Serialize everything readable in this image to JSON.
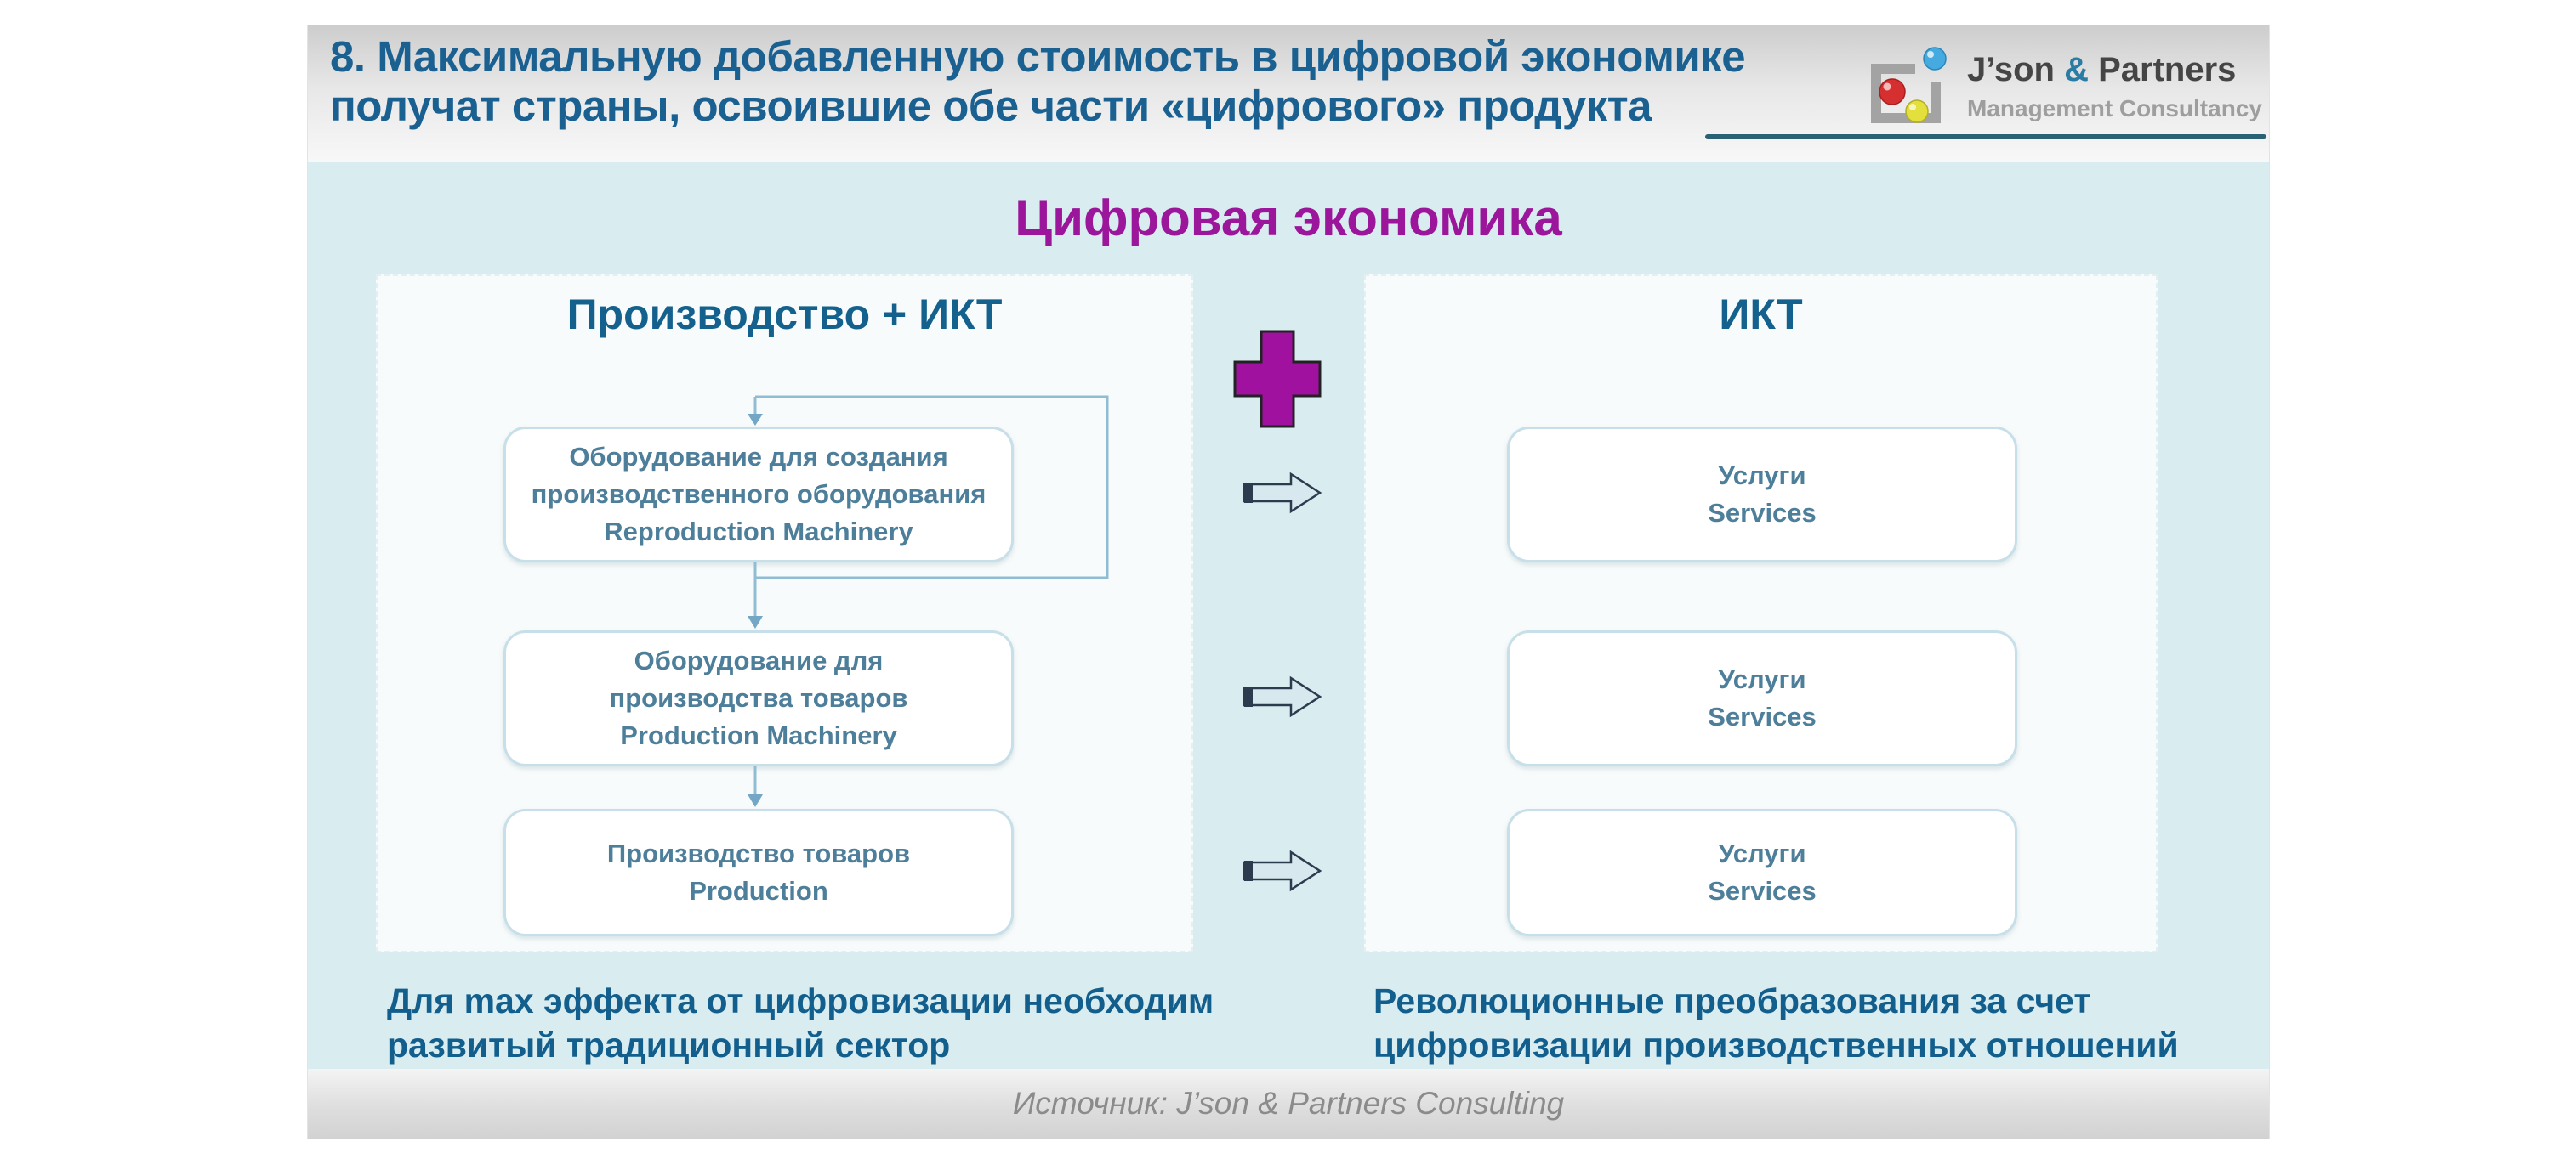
{
  "colors": {
    "title-blue": "#1a6191",
    "accent-magenta": "#9c169c",
    "panel-title": "#15618e",
    "caption-blue": "#125e8d",
    "box-text": "#4d7e9a",
    "box-border": "#c7dfe8",
    "content-bg": "#d9ecf0",
    "panel-bg": "#f8fbfb",
    "teal-line": "#2a6174",
    "connector": "#90bcd4",
    "connector-head": "#74a7c6",
    "plus-fill": "#a011a0",
    "arrow-fill": "#d7e9ee",
    "arrow-outline": "#2d3b4e",
    "footer-text": "#8b8b8b",
    "logo-name": "#454545",
    "logo-amp": "#2a7ca5",
    "logo-sub": "#9e9e9e",
    "ball-blue": "#45aadf",
    "ball-red": "#d62f2f",
    "ball-yellow": "#e3df3c"
  },
  "header": {
    "title_lines": [
      "8. Максимальную добавленную стоимость в цифровой экономике",
      "получат страны, освоившие обе части «цифрового» продукта"
    ],
    "logo": {
      "name_pre": "J’son ",
      "amp": "&",
      "name_post": " Partners",
      "subtitle": "Management Consultancy"
    }
  },
  "main_title": "Цифровая экономика",
  "left_panel": {
    "title": "Производство + ИКТ",
    "boxes": [
      {
        "lines": [
          "Оборудование для создания",
          "производственного оборудования",
          "Reproduction Machinery"
        ]
      },
      {
        "lines": [
          "Оборудование для",
          "производства товаров",
          "Production Machinery"
        ]
      },
      {
        "lines": [
          "Производство товаров",
          "Production"
        ]
      }
    ],
    "caption_lines": [
      "Для max эффекта от цифровизации необходим",
      "развитый традиционный сектор"
    ]
  },
  "right_panel": {
    "title": "ИКТ",
    "boxes": [
      {
        "lines": [
          "Услуги",
          "Services"
        ]
      },
      {
        "lines": [
          "Услуги",
          "Services"
        ]
      },
      {
        "lines": [
          "Услуги",
          "Services"
        ]
      }
    ],
    "caption_lines": [
      "Революционные преобразования за счет",
      "цифровизации производственных отношений"
    ]
  },
  "footer": {
    "source": "Источник: J’son & Partners Consulting"
  }
}
